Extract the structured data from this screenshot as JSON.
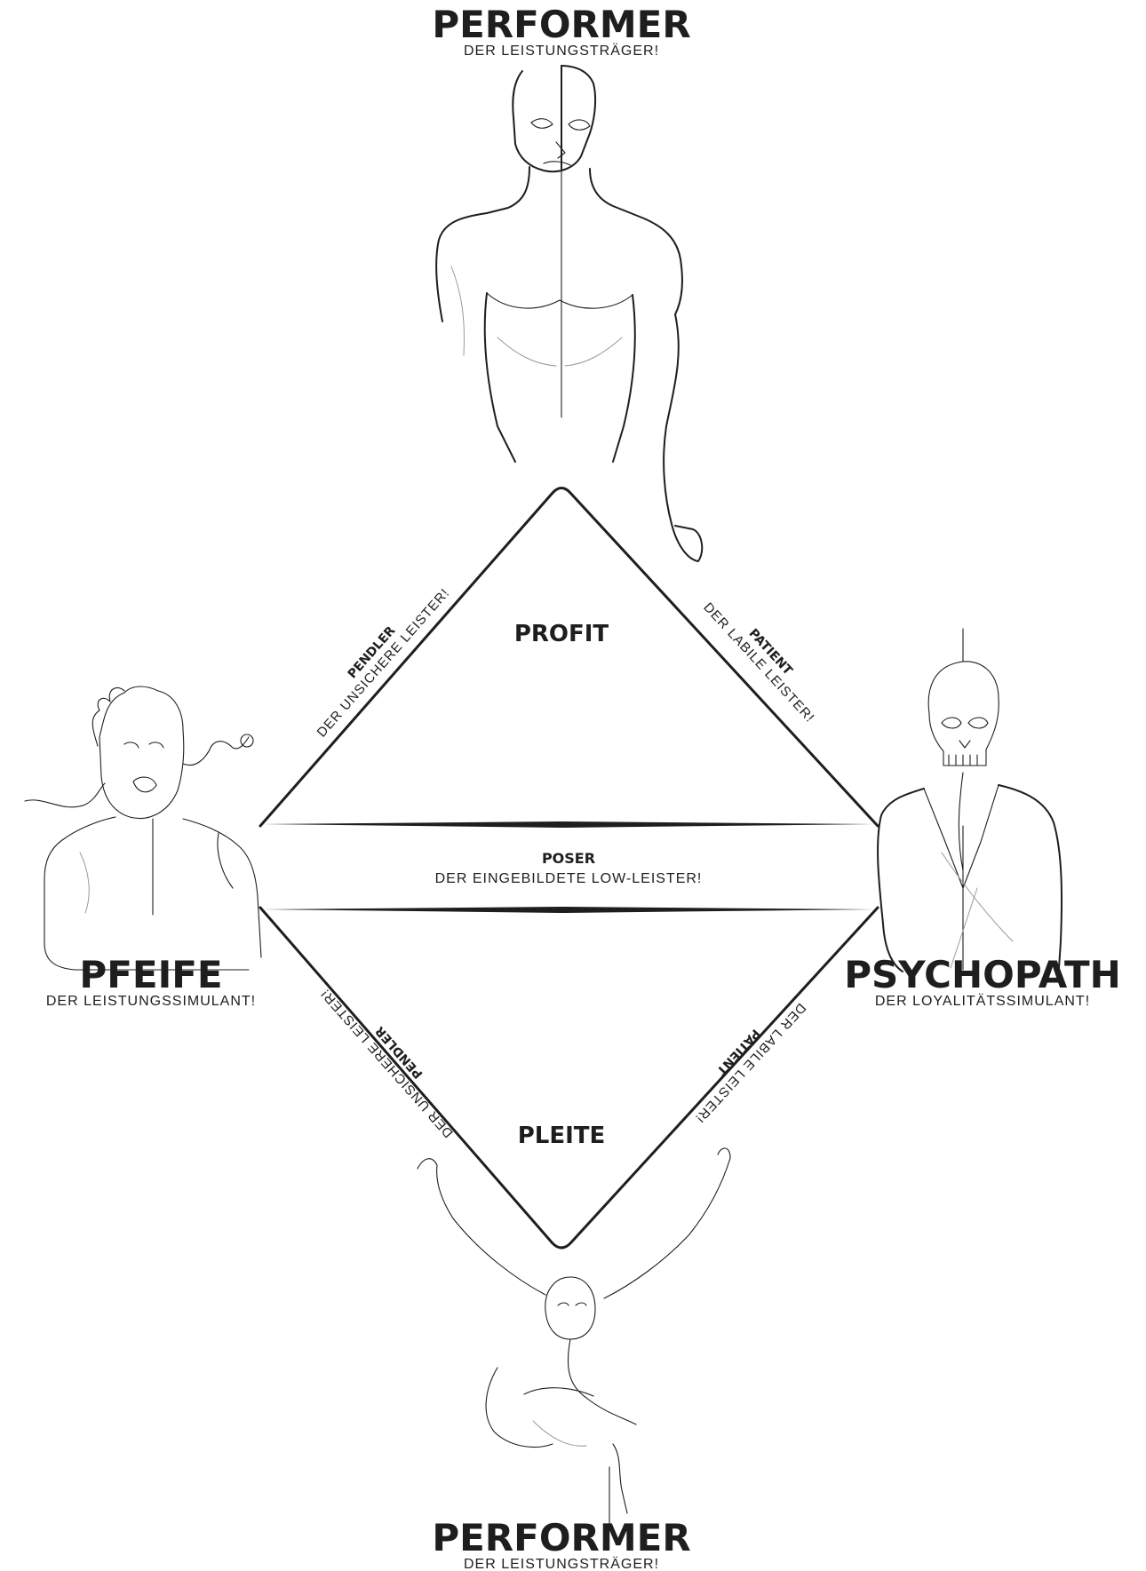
{
  "top_type": {
    "title": "PERFORMER",
    "subtitle": "DER LEISTUNGSTRÄGER!"
  },
  "bottom_type": {
    "title": "PERFORMER",
    "subtitle": "DER LEISTUNGSTRÄGER!"
  },
  "left_type": {
    "title": "PFEIFE",
    "subtitle": "DER LEISTUNGSSIMULANT!"
  },
  "right_type": {
    "title": "PSYCHOPATH",
    "subtitle": "DER LOYALITÄTSSIMULANT!"
  },
  "upper_zone": {
    "label": "PROFIT"
  },
  "lower_zone": {
    "label": "PLEITE"
  },
  "middle_band": {
    "title": "POSER",
    "subtitle": "DER EINGEBILDETE LOW-LEISTER!"
  },
  "edge_top_left": {
    "title": "PENDLER",
    "subtitle": "DER UNSICHERE LEISTER!"
  },
  "edge_top_right": {
    "title": "PATIENT",
    "subtitle": "DER LABILE LEISTER!"
  },
  "edge_bottom_left": {
    "title": "PENDLER",
    "subtitle": "DER UNSICHERE LEISTER!"
  },
  "edge_bottom_right": {
    "title": "PATIENT",
    "subtitle": "DER LABILE LEISTER!"
  },
  "illustrations": {
    "top": "standing-man-sketch",
    "left": "shocked-man-sketch",
    "right": "skeleton-in-suit-sketch",
    "bottom": "crouching-figure-sketch"
  },
  "colors": {
    "ink": "#1e1e1e",
    "background": "#ffffff"
  }
}
